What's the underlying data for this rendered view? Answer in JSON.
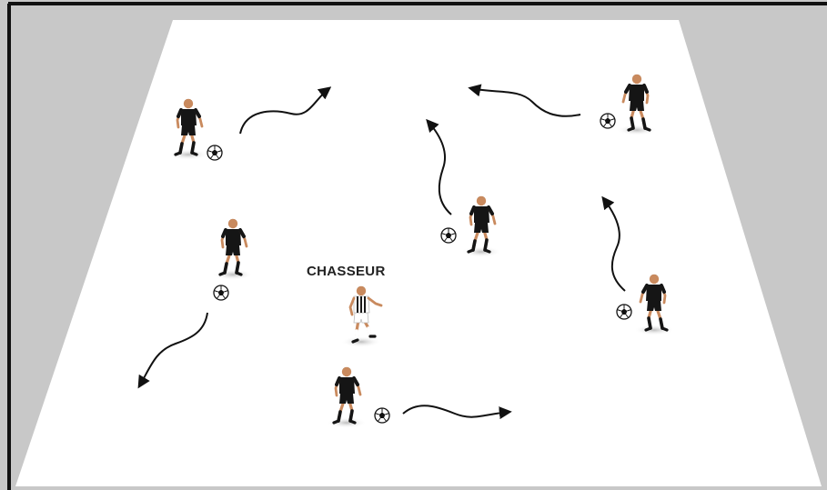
{
  "colors": {
    "background": "#c8c8c8",
    "frame": "#111111",
    "pitch": "#ffffff",
    "player_kit": "#151515",
    "chaser_kit_stripe": "#1a1a1a",
    "skin": "#c98a5e",
    "hair": "#7a4a22",
    "arrow": "#111111",
    "shadow": "#d9d9d9"
  },
  "diagram": {
    "chaser_label": "CHASSEUR"
  },
  "players": [
    {
      "id": "player-top-left",
      "role": "dribbler",
      "has_ball": true
    },
    {
      "id": "player-top-right",
      "role": "dribbler",
      "has_ball": true
    },
    {
      "id": "player-center",
      "role": "dribbler",
      "has_ball": true
    },
    {
      "id": "player-mid-left",
      "role": "dribbler",
      "has_ball": true
    },
    {
      "id": "player-mid-right",
      "role": "dribbler",
      "has_ball": true
    },
    {
      "id": "player-bottom",
      "role": "dribbler",
      "has_ball": true
    },
    {
      "id": "player-chaser",
      "role": "chaser",
      "has_ball": false
    }
  ],
  "arrows": [
    {
      "id": "arrow-top-left",
      "direction": "up-right"
    },
    {
      "id": "arrow-top-right",
      "direction": "left"
    },
    {
      "id": "arrow-center",
      "direction": "up"
    },
    {
      "id": "arrow-mid-left",
      "direction": "down-left"
    },
    {
      "id": "arrow-mid-right",
      "direction": "up"
    },
    {
      "id": "arrow-bottom",
      "direction": "right"
    }
  ]
}
